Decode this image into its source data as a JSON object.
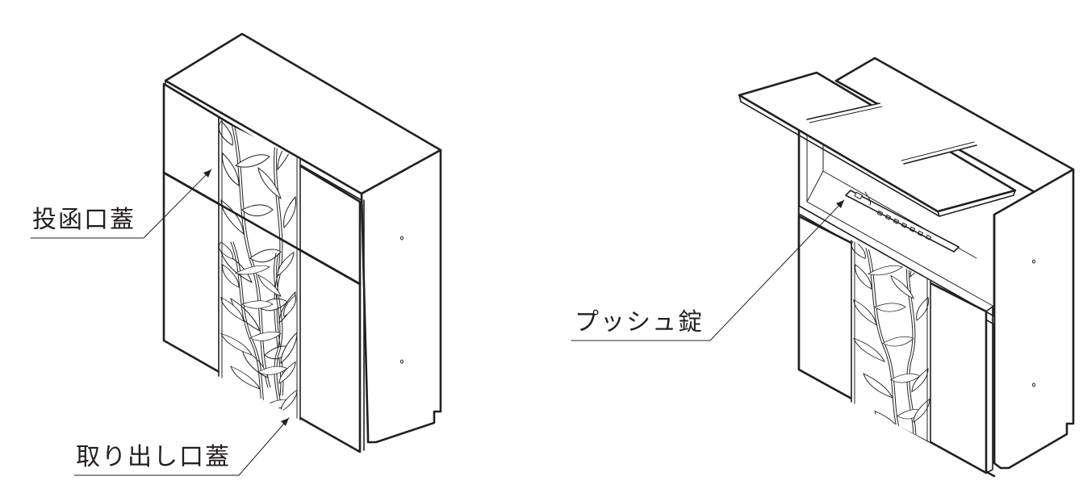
{
  "diagram": {
    "type": "isometric product illustration",
    "subject": "mailbox cabinet with leaf-pattern decorative panels",
    "colors": {
      "line": "#231f20",
      "background": "#ffffff"
    },
    "views": [
      {
        "id": "closed-view",
        "description": "Mailbox with lids closed",
        "callouts": [
          {
            "label": "投函口蓋",
            "target": "upper front lid (mail slot lid)"
          },
          {
            "label": "取り出し口蓋",
            "target": "lower front lid (retrieval door)"
          }
        ]
      },
      {
        "id": "open-view",
        "description": "Mailbox with top lid raised, exposing push-button lock",
        "callouts": [
          {
            "label": "プッシュ錠",
            "target": "push-button lock panel"
          }
        ]
      }
    ]
  },
  "labels": {
    "slot_lid": "投函口蓋",
    "retrieval_lid": "取り出し口蓋",
    "push_lock": "プッシュ錠"
  }
}
